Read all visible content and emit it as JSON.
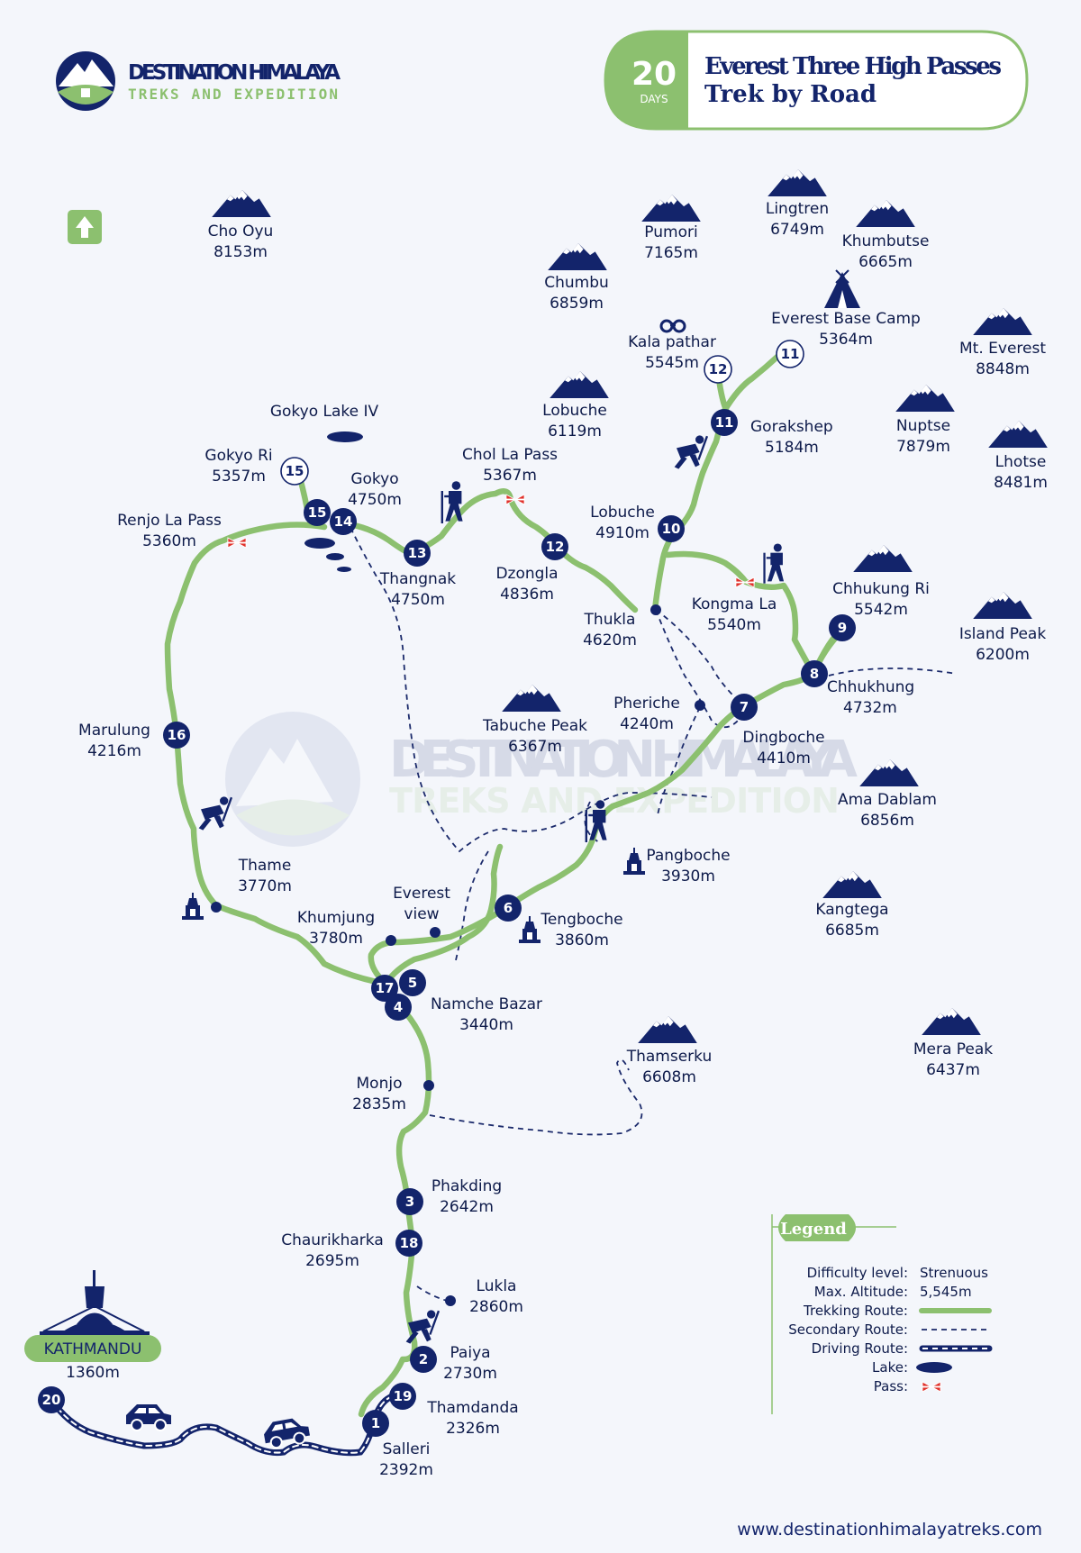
{
  "brand": {
    "name": "DESTINATION HIMALAYA",
    "tagline": "TREKS AND EXPEDITION",
    "watermark_name": "DESTINATION HIMALAYA",
    "watermark_tagline": "TREKS AND EXPEDITION"
  },
  "title_badge": {
    "days_number": "20",
    "days_label": "DAYS",
    "title_line1": "Everest Three High Passes",
    "title_line2": "Trek by Road"
  },
  "peaks": [
    {
      "name": "Cho Oyu",
      "alt": "8153m"
    },
    {
      "name": "Pumori",
      "alt": "7165m"
    },
    {
      "name": "Lingtren",
      "alt": "6749m"
    },
    {
      "name": "Khumbutse",
      "alt": "6665m"
    },
    {
      "name": "Chumbu",
      "alt": "6859m"
    },
    {
      "name": "Mt. Everest",
      "alt": "8848m"
    },
    {
      "name": "Lobuche",
      "alt": "6119m"
    },
    {
      "name": "Nuptse",
      "alt": "7879m"
    },
    {
      "name": "Lhotse",
      "alt": "8481m"
    },
    {
      "name": "Chhukung Ri",
      "alt": "5542m"
    },
    {
      "name": "Island Peak",
      "alt": "6200m"
    },
    {
      "name": "Tabuche Peak",
      "alt": "6367m"
    },
    {
      "name": "Ama Dablam",
      "alt": "6856m"
    },
    {
      "name": "Kangtega",
      "alt": "6685m"
    },
    {
      "name": "Thamserku",
      "alt": "6608m"
    },
    {
      "name": "Mera Peak",
      "alt": "6437m"
    }
  ],
  "places": [
    {
      "name": "Everest Base Camp",
      "alt": "5364m"
    },
    {
      "name": "Kala pathar",
      "alt": "5545m"
    },
    {
      "name": "Gorakshep",
      "alt": "5184m"
    },
    {
      "name": "Gokyo Lake IV",
      "alt": ""
    },
    {
      "name": "Gokyo Ri",
      "alt": "5357m"
    },
    {
      "name": "Gokyo",
      "alt": "4750m"
    },
    {
      "name": "Chol La Pass",
      "alt": "5367m"
    },
    {
      "name": "Lobuche",
      "alt": "4910m"
    },
    {
      "name": "Renjo La Pass",
      "alt": "5360m"
    },
    {
      "name": "Thangnak",
      "alt": "4750m"
    },
    {
      "name": "Dzongla",
      "alt": "4836m"
    },
    {
      "name": "Thukla",
      "alt": "4620m"
    },
    {
      "name": "Kongma La",
      "alt": "5540m"
    },
    {
      "name": "Chhukhung",
      "alt": "4732m"
    },
    {
      "name": "Marulung",
      "alt": "4216m"
    },
    {
      "name": "Pheriche",
      "alt": "4240m"
    },
    {
      "name": "Dingboche",
      "alt": "4410m"
    },
    {
      "name": "Pangboche",
      "alt": "3930m"
    },
    {
      "name": "Thame",
      "alt": "3770m"
    },
    {
      "name": "Everest",
      "alt": "view"
    },
    {
      "name": "Khumjung",
      "alt": "3780m"
    },
    {
      "name": "Tengboche",
      "alt": "3860m"
    },
    {
      "name": "Namche Bazar",
      "alt": "3440m"
    },
    {
      "name": "Monjo",
      "alt": "2835m"
    },
    {
      "name": "Phakding",
      "alt": "2642m"
    },
    {
      "name": "Chaurikharka",
      "alt": "2695m"
    },
    {
      "name": "Lukla",
      "alt": "2860m"
    },
    {
      "name": "Paiya",
      "alt": "2730m"
    },
    {
      "name": "Thamdanda",
      "alt": "2326m"
    },
    {
      "name": "Salleri",
      "alt": "2392m"
    }
  ],
  "kathmandu": {
    "name": "KATHMANDU",
    "alt": "1360m"
  },
  "stops": [
    "1",
    "2",
    "3",
    "4",
    "5",
    "6",
    "7",
    "8",
    "9",
    "10",
    "11",
    "11",
    "12",
    "12",
    "13",
    "14",
    "15",
    "15",
    "16",
    "17",
    "18",
    "19",
    "20"
  ],
  "legend": {
    "title": "Legend",
    "rows": [
      {
        "key": "Difficulty level:",
        "val": "Strenuous"
      },
      {
        "key": "Max. Altitude:",
        "val": "5,545m"
      },
      {
        "key": "Trekking Route:",
        "val": ""
      },
      {
        "key": "Secondary Route:",
        "val": ""
      },
      {
        "key": "Driving Route:",
        "val": ""
      },
      {
        "key": "Lake:",
        "val": ""
      },
      {
        "key": "Pass:",
        "val": ""
      }
    ]
  },
  "website": "www.destinationhimalayatreks.com",
  "icons": [
    "north-arrow-icon",
    "tent-icon",
    "binoculars-icon",
    "hiker-icon",
    "climber-icon",
    "monastery-icon",
    "stupa-icon",
    "jeep-icon",
    "pass-icon",
    "lake-icon"
  ],
  "colors": {
    "navy": "#13246b",
    "green": "#8cc06f",
    "pass_red": "#e0312b",
    "background": "#f4f6fb"
  }
}
